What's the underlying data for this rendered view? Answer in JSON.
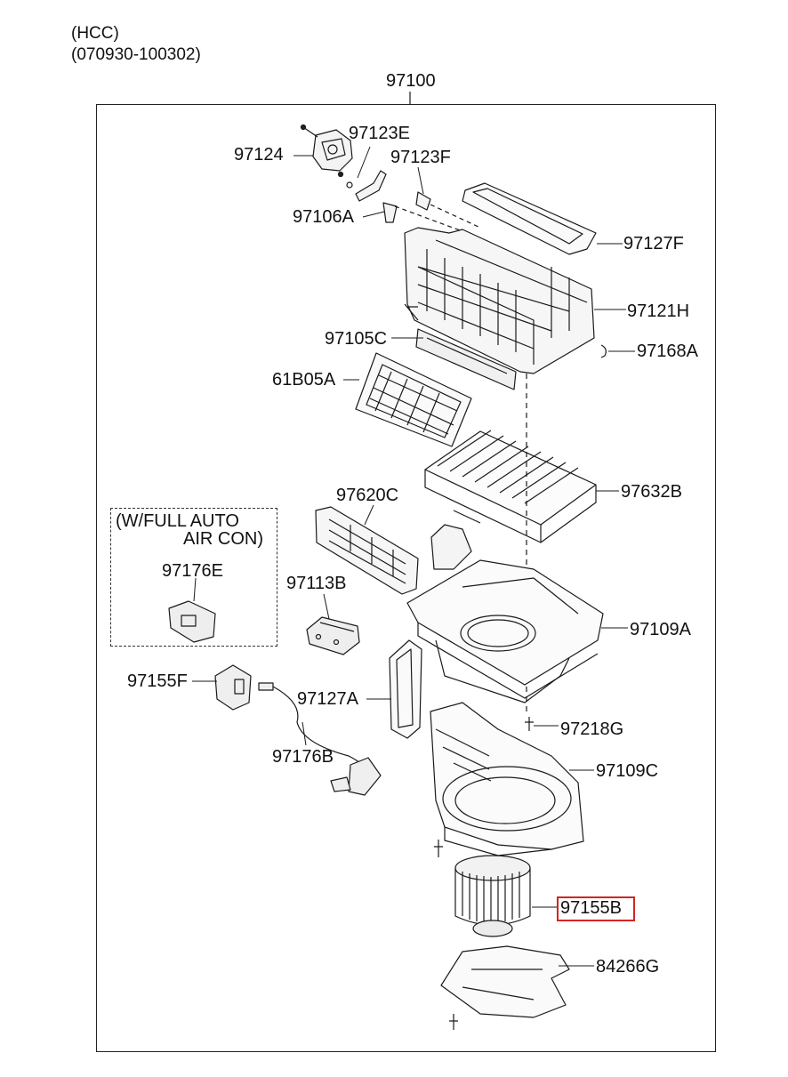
{
  "header": {
    "model": "(HCC)",
    "range": "(070930-100302)"
  },
  "assembly": "97100",
  "inset": {
    "line1": "(W/FULL AUTO",
    "line2": "AIR CON)",
    "part": "97176E"
  },
  "parts": {
    "p97124": "97124",
    "p97123E": "97123E",
    "p97123F": "97123F",
    "p97106A": "97106A",
    "p97127F": "97127F",
    "p97121H": "97121H",
    "p97105C": "97105C",
    "p97168A": "97168A",
    "p61B05A": "61B05A",
    "p97632B": "97632B",
    "p97620C": "97620C",
    "p97113B": "97113B",
    "p97109A": "97109A",
    "p97155F": "97155F",
    "p97127A": "97127A",
    "p97218G": "97218G",
    "p97176B": "97176B",
    "p97109C": "97109C",
    "p97155B": "97155B",
    "p84266G": "84266G"
  },
  "highlight_color": "#d32424"
}
